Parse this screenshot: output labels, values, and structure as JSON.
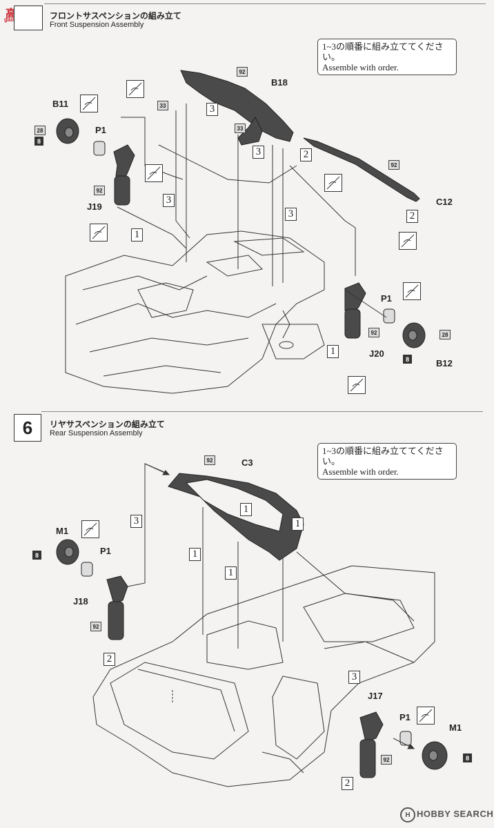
{
  "watermark": {
    "chinese": "高手",
    "url": "gao-shou.com",
    "footer": "HOBBY SEARCH",
    "footer_icon": "H"
  },
  "step5": {
    "title_jp": "フロントサスペンションの組み立て",
    "title_en": "Front Suspension Assembly",
    "order_note_jp": "1~3の順番に組み立ててください。",
    "order_note_en": "Assemble with order.",
    "parts": {
      "b18": "B18",
      "b11": "B11",
      "p1_left": "P1",
      "j19": "J19",
      "c12": "C12",
      "p1_right": "P1",
      "j20": "J20",
      "b12": "B12"
    },
    "tags": {
      "b18_92": "92",
      "b18_33a": "33",
      "b18_33b": "33",
      "b11_28": "28",
      "b11_8": "8",
      "j19_92": "92",
      "c12_92": "92",
      "j20_92": "92",
      "b12_28": "28",
      "b12_8": "8"
    },
    "seq": {
      "s3a": "3",
      "s3b": "3",
      "s3c": "3",
      "s3d": "3",
      "s2a": "2",
      "s2b": "2",
      "s1a": "1",
      "s1b": "1"
    }
  },
  "step6": {
    "number": "6",
    "title_jp": "リヤサスペンションの組み立て",
    "title_en": "Rear Suspension Assembly",
    "order_note_jp": "1~3の順番に組み立ててください。",
    "order_note_en": "Assemble with order.",
    "parts": {
      "c3": "C3",
      "m1_left": "M1",
      "p1_left": "P1",
      "j18": "J18",
      "j17": "J17",
      "p1_right": "P1",
      "m1_right": "M1"
    },
    "tags": {
      "c3_92": "92",
      "m1_8": "8",
      "j18_92": "92",
      "j17_92": "92",
      "m1r_8": "8"
    },
    "seq": {
      "s3a": "3",
      "s1a": "1",
      "s1b": "1",
      "s1c": "1",
      "s1d": "1",
      "s2a": "2",
      "s3b": "3",
      "s2b": "2"
    }
  },
  "colors": {
    "part_dark": "#4a4a4a",
    "line": "#333333",
    "watermark_red": "#c8202a"
  }
}
